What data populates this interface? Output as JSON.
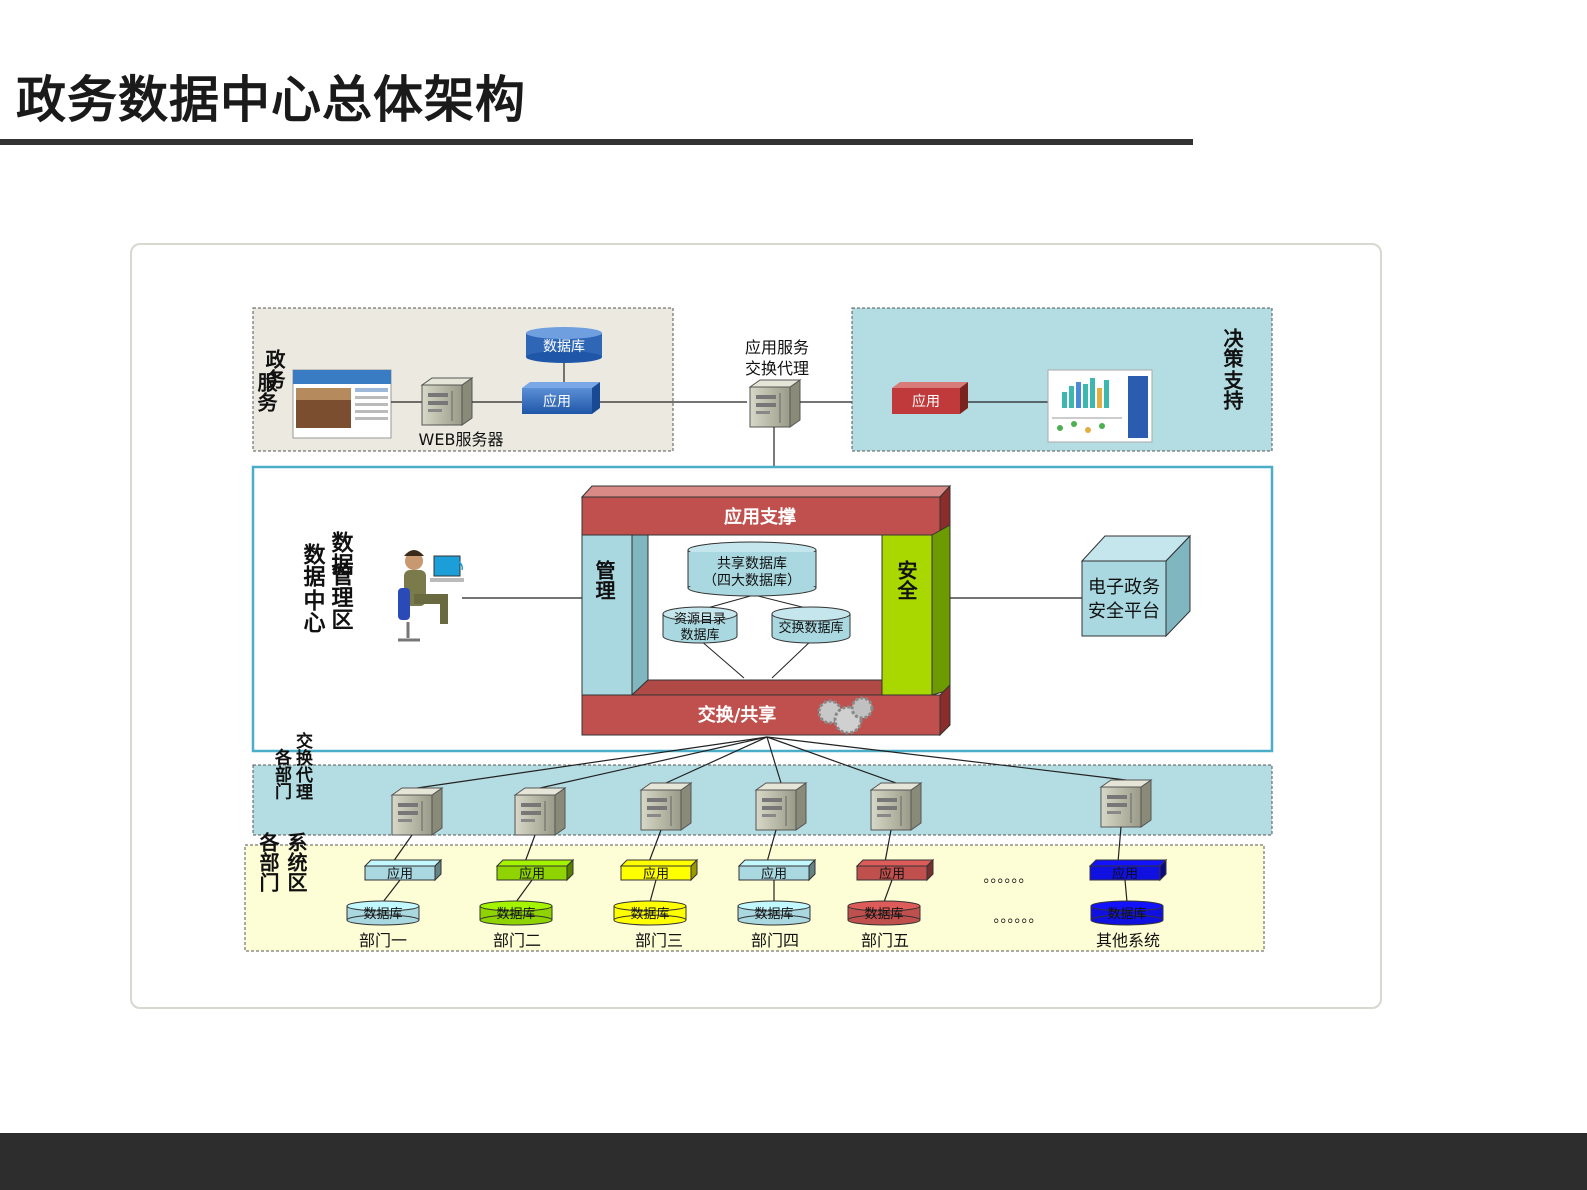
{
  "page": {
    "title": "政务数据中心总体架构"
  },
  "diagram": {
    "gov_service": {
      "label_lines": [
        "政务",
        "服务"
      ],
      "db": "数据库",
      "app": "应用",
      "web_server": "WEB服务器"
    },
    "proxy": {
      "label_lines": [
        "应用服务",
        "交换代理"
      ]
    },
    "decision": {
      "label_lines": [
        "决策",
        "支持"
      ],
      "app": "应用"
    },
    "data_center": {
      "label_lines": [
        "数据",
        "中心"
      ],
      "zone_lines": [
        "数据",
        "管理区"
      ]
    },
    "hub": {
      "top": "应用支撑",
      "bottom": "交换/共享",
      "left": "管理",
      "right": "安全",
      "shared_db_lines": [
        "共享数据库",
        "（四大数据库）"
      ],
      "catalog_db_lines": [
        "资源目录",
        "数据库"
      ],
      "exchange_db": "交换数据库"
    },
    "security_platform": {
      "label_lines": [
        "电子政务",
        "安全平台"
      ]
    },
    "dept_proxy": {
      "label_col1": "各部门",
      "label_col2": "交换代理"
    },
    "dept_systems": {
      "label_col1": "各部门",
      "label_col2": "系统区",
      "ellipsis": "。。。。。。"
    },
    "departments": [
      {
        "name": "部门一",
        "app": "应用",
        "db": "数据库",
        "color": "#a9d8e0"
      },
      {
        "name": "部门二",
        "app": "应用",
        "db": "数据库",
        "color": "#8fd400"
      },
      {
        "name": "部门三",
        "app": "应用",
        "db": "数据库",
        "color": "#ffff00"
      },
      {
        "name": "部门四",
        "app": "应用",
        "db": "数据库",
        "color": "#a9d8e0"
      },
      {
        "name": "部门五",
        "app": "应用",
        "db": "数据库",
        "color": "#c0504d"
      },
      {
        "name": "其他系统",
        "app": "应用",
        "db": "数据库",
        "color": "#1010e0"
      }
    ]
  }
}
